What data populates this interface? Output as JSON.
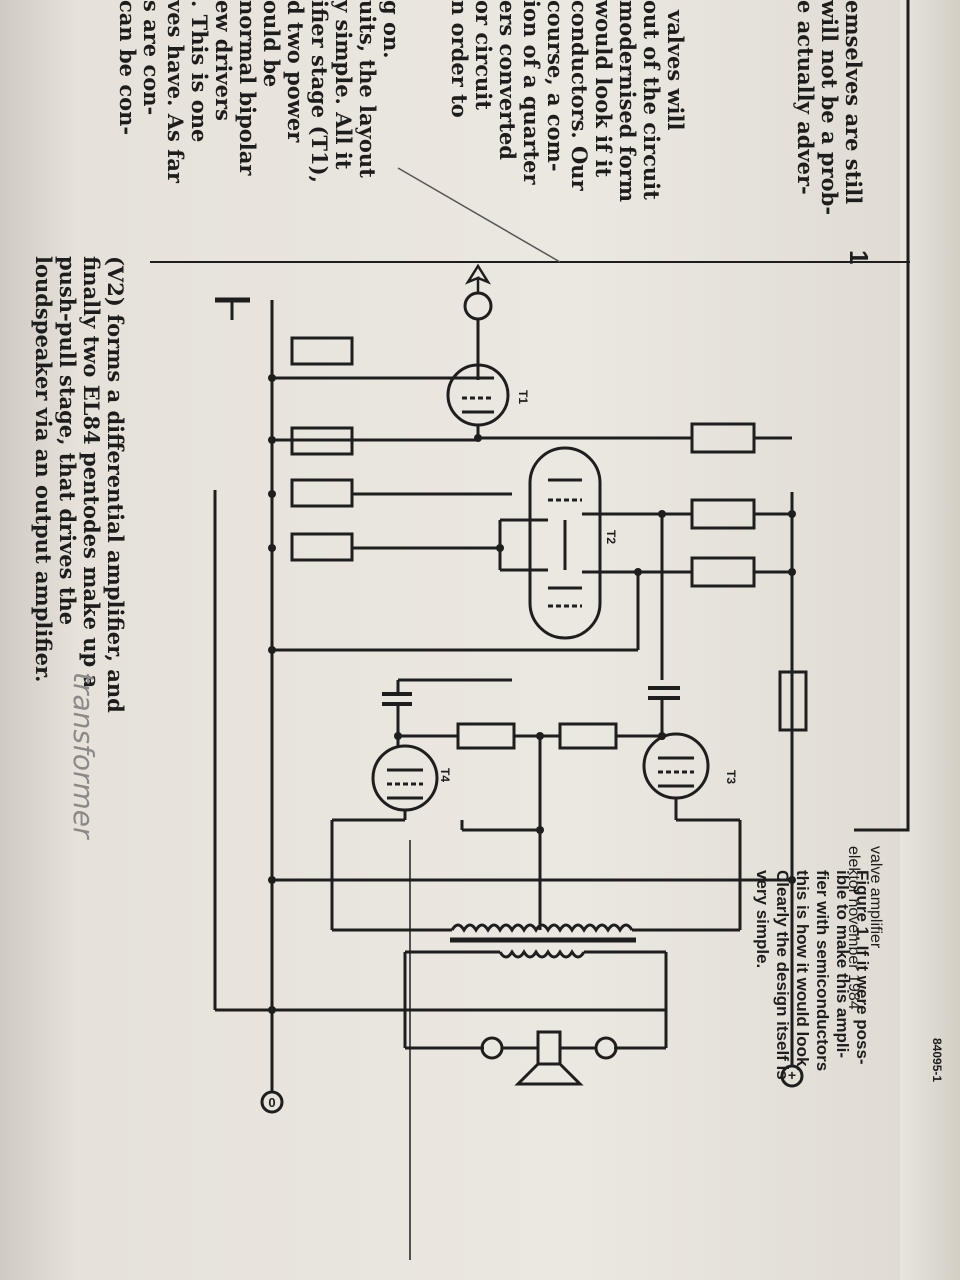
{
  "left_column_fragments": {
    "block1": [
      "emselves are still",
      "will not be a prob-",
      "e actually adver-"
    ],
    "block2": [
      "valves will",
      "out of the circuit",
      "modernised form",
      "would look if it",
      "conductors. Our",
      "course, a com-",
      "ion of a quarter",
      "ers converted",
      "or circuit",
      "n order to"
    ],
    "block3": [
      "g on.",
      "uits, the layout",
      "y simple. All it",
      "ifier stage (T1),",
      "d two power",
      "ould be",
      "normal bipolar",
      "ew drivers",
      ". This is one",
      "ves have. As far",
      "s are con-",
      "can be con-"
    ]
  },
  "figure": {
    "number": "1",
    "code": "84095-1",
    "header_line1": "valve amplifier",
    "header_line2": "elektor november 1984",
    "labels": {
      "t1": "T1",
      "t2": "T2",
      "t3": "T3",
      "t4": "T4",
      "plus": "+",
      "zero": "0"
    }
  },
  "middle_text": {
    "lines": [
      "(V2) forms a differential amplifier, and",
      "finally two EL84 pentodes make up a",
      "push-pull stage, that drives the",
      "loudspeaker via an output amplifier."
    ],
    "handwriting": "transformer"
  },
  "caption": {
    "lines": [
      "Figure 1. If it were poss-",
      "ible to make this ampli-",
      "fier with semiconductors",
      "this is how it would look.",
      "Clearly the design itself is",
      "very simple."
    ]
  }
}
